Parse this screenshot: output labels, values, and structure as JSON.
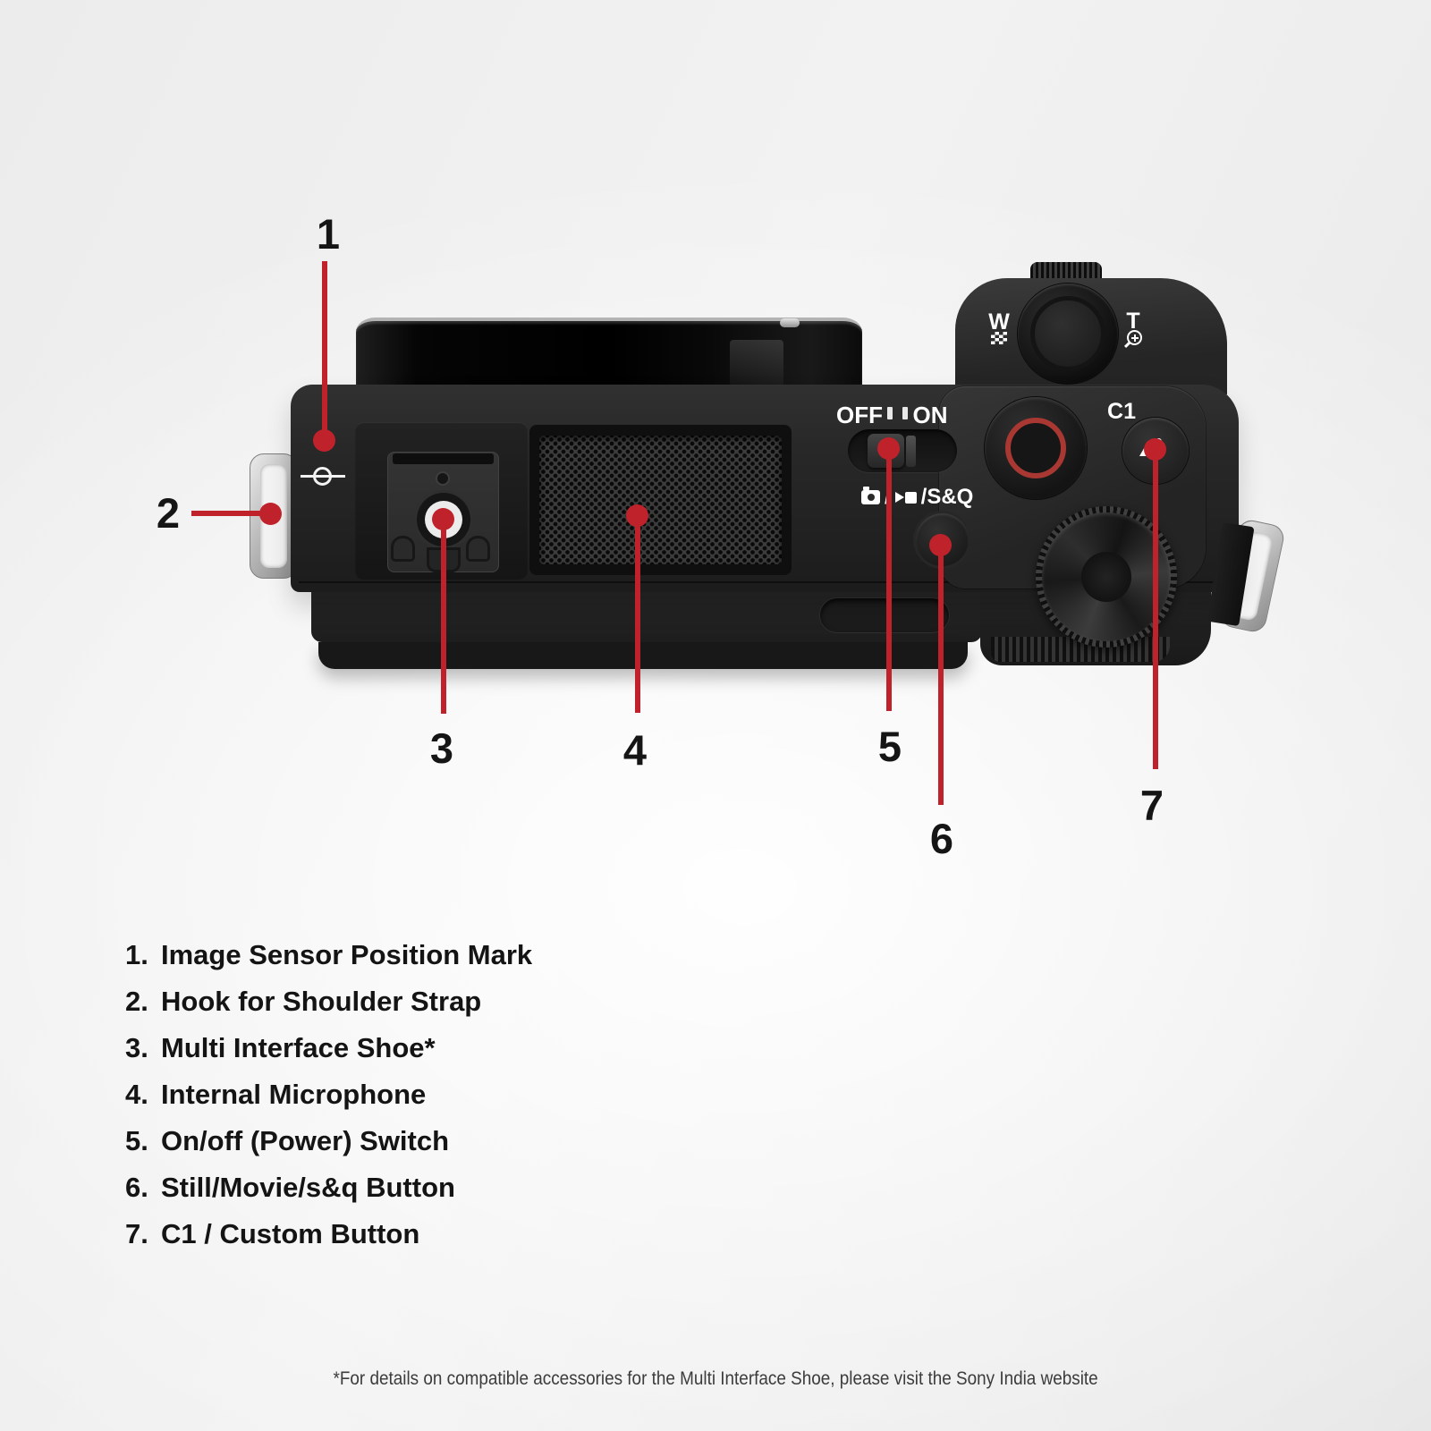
{
  "palette": {
    "accent_red": "#c0222b",
    "shutter_ring_red": "#a93833",
    "ink": "#141414",
    "camera_body": "#262626",
    "footnote_color": "#3c3c3c"
  },
  "camera": {
    "power_switch": {
      "off": "OFF",
      "on": "ON"
    },
    "zoom_lever": {
      "wide": "W",
      "tele": "T"
    },
    "custom_button": {
      "label": "C1"
    },
    "mode_row": {
      "slash": "/",
      "sq": "/S&Q"
    }
  },
  "callouts": [
    {
      "num": "1"
    },
    {
      "num": "2"
    },
    {
      "num": "3"
    },
    {
      "num": "4"
    },
    {
      "num": "5"
    },
    {
      "num": "6"
    },
    {
      "num": "7"
    }
  ],
  "legend": {
    "items": [
      {
        "num": "1.",
        "label": "Image Sensor Position Mark"
      },
      {
        "num": "2.",
        "label": "Hook for Shoulder Strap"
      },
      {
        "num": "3.",
        "label": "Multi Interface Shoe*"
      },
      {
        "num": "4.",
        "label": "Internal Microphone"
      },
      {
        "num": "5.",
        "label": "On/off (Power) Switch"
      },
      {
        "num": "6.",
        "label": "Still/Movie/s&q Button"
      },
      {
        "num": "7.",
        "label": "C1 / Custom Button"
      }
    ]
  },
  "footnote": "*For details on compatible accessories for the Multi Interface Shoe, please visit the Sony India website"
}
